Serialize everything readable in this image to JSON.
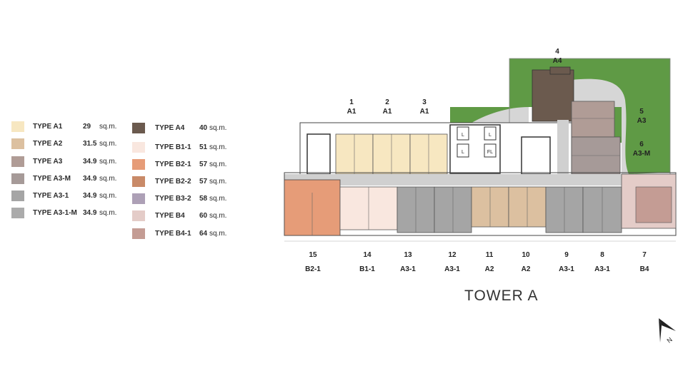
{
  "legend": [
    {
      "name": "TYPE A1",
      "area": "29",
      "unit": "sq.m.",
      "color": "#f7e7c1"
    },
    {
      "name": "TYPE A2",
      "area": "31.5",
      "unit": "sq.m.",
      "color": "#dcc0a0"
    },
    {
      "name": "TYPE A3",
      "area": "34.9",
      "unit": "sq.m.",
      "color": "#b09c96"
    },
    {
      "name": "TYPE A3-M",
      "area": "34.9",
      "unit": "sq.m.",
      "color": "#a69a98"
    },
    {
      "name": "TYPE A3-1",
      "area": "34.9",
      "unit": "sq.m.",
      "color": "#a5a5a5"
    },
    {
      "name": "TYPE A3-1-M",
      "area": "34.9",
      "unit": "sq.m.",
      "color": "#ababab"
    },
    {
      "name": "TYPE A4",
      "area": "40",
      "unit": "sq.m.",
      "color": "#6b5a4e"
    },
    {
      "name": "TYPE B1-1",
      "area": "51",
      "unit": "sq.m.",
      "color": "#f9e7df"
    },
    {
      "name": "TYPE B2-1",
      "area": "57",
      "unit": "sq.m.",
      "color": "#e69c78"
    },
    {
      "name": "TYPE B2-2",
      "area": "57",
      "unit": "sq.m.",
      "color": "#c98a68"
    },
    {
      "name": "TYPE B3-2",
      "area": "58",
      "unit": "sq.m.",
      "color": "#ada0b6"
    },
    {
      "name": "TYPE B4",
      "area": "60",
      "unit": "sq.m.",
      "color": "#e4ccc8"
    },
    {
      "name": "TYPE B4-1",
      "area": "64",
      "unit": "sq.m.",
      "color": "#c49c94"
    }
  ],
  "units_top": [
    {
      "no": "1",
      "type": "A1"
    },
    {
      "no": "2",
      "type": "A1"
    },
    {
      "no": "3",
      "type": "A1"
    },
    {
      "no": "4",
      "type": "A4"
    },
    {
      "no": "5",
      "type": "A3"
    },
    {
      "no": "6",
      "type": "A3-M"
    }
  ],
  "units_bottom": [
    {
      "no": "15",
      "type": "B2-1"
    },
    {
      "no": "14",
      "type": "B1-1"
    },
    {
      "no": "13",
      "type": "A3-1"
    },
    {
      "no": "12",
      "type": "A3-1"
    },
    {
      "no": "11",
      "type": "A2"
    },
    {
      "no": "10",
      "type": "A2"
    },
    {
      "no": "9",
      "type": "A3-1"
    },
    {
      "no": "8",
      "type": "A3-1"
    },
    {
      "no": "7",
      "type": "B4"
    }
  ],
  "lift_labels": [
    "L",
    "L",
    "L",
    "FL"
  ],
  "tower_title": "TOWER A",
  "compass": "N",
  "colors": {
    "garden": "#5f9a45",
    "paving": "#d4d4d4",
    "corridor": "#d0d0d0",
    "wall": "#333333"
  }
}
